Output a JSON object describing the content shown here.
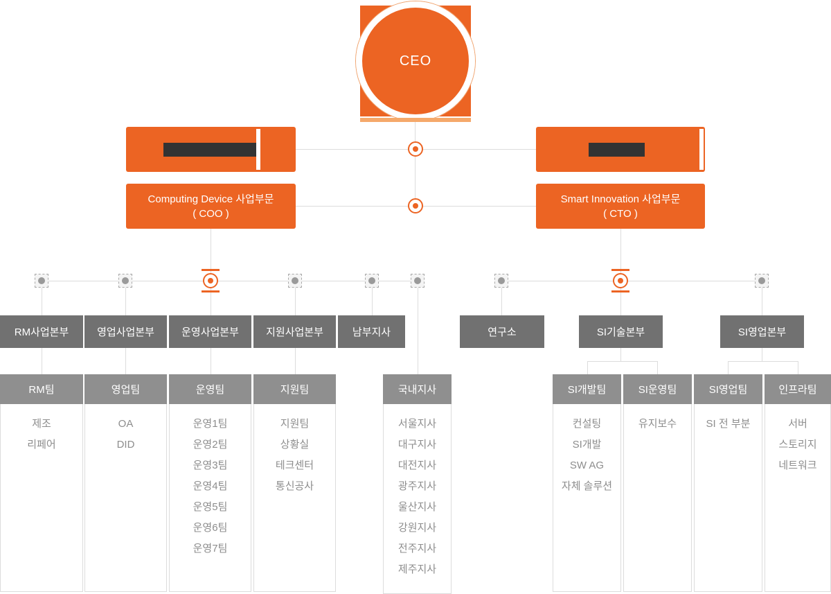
{
  "colors": {
    "accent_orange": "#EC6423",
    "accent_orange_light": "#F5A96B",
    "department_gray": "#717171",
    "team_header_gray": "#8F8F8F",
    "connector_gray": "#dcdcdc",
    "redaction_bar": "#333333",
    "list_text": "#8d8d8d"
  },
  "ceo": {
    "label": "CEO"
  },
  "divisions": {
    "left": {
      "title": "Computing Device 사업부문",
      "subtitle": "( COO )"
    },
    "right": {
      "title": "Smart Innovation 사업부문",
      "subtitle": "( CTO )"
    }
  },
  "departments": {
    "left": [
      "RM사업본부",
      "영업사업본부",
      "운영사업본부",
      "지원사업본부",
      "남부지사"
    ],
    "right": [
      "연구소",
      "SI기술본부",
      "SI영업본부"
    ]
  },
  "teams": [
    {
      "header": "RM팀",
      "items": [
        "제조",
        "리페어"
      ]
    },
    {
      "header": "영업팀",
      "items": [
        "OA",
        "DID"
      ]
    },
    {
      "header": "운영팀",
      "items": [
        "운영1팀",
        "운영2팀",
        "운영3팀",
        "운영4팀",
        "운영5팀",
        "운영6팀",
        "운영7팀"
      ]
    },
    {
      "header": "지원팀",
      "items": [
        "지원팀",
        "상황실",
        "테크센터",
        "통신공사"
      ]
    },
    {
      "header": "국내지사",
      "items": [
        "서울지사",
        "대구지사",
        "대전지사",
        "광주지사",
        "울산지사",
        "강원지사",
        "전주지사",
        "제주지사"
      ]
    },
    {
      "header": "SI개발팀",
      "items": [
        "컨설팅",
        "SI개발",
        "SW AG",
        "자체 솔루션"
      ]
    },
    {
      "header": "SI운영팀",
      "items": [
        "유지보수"
      ]
    },
    {
      "header": "SI영업팀",
      "items": [
        "SI 전 부분"
      ]
    },
    {
      "header": "인프라팀",
      "items": [
        "서버",
        "스토리지",
        "네트워크"
      ]
    }
  ]
}
